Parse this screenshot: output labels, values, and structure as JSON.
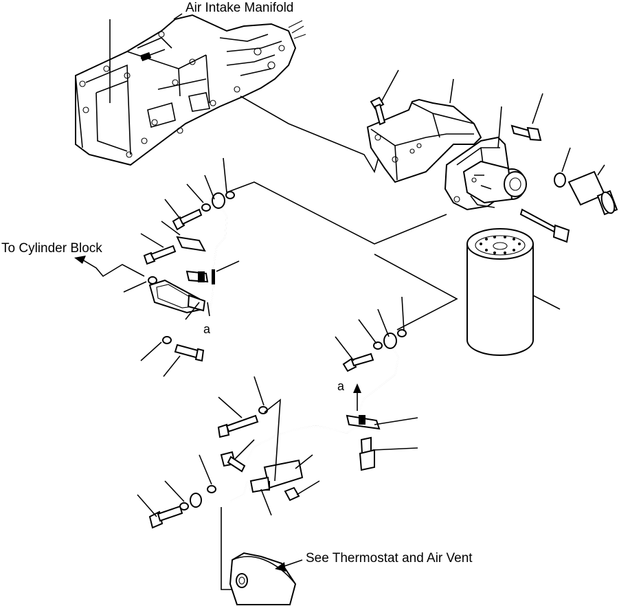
{
  "labels": {
    "air_intake_manifold": "Air Intake Manifold",
    "to_cylinder_block": "To Cylinder Block",
    "see_thermostat": "See Thermostat and Air Vent",
    "ref_a_upper": "a",
    "ref_a_lower": "a"
  }
}
